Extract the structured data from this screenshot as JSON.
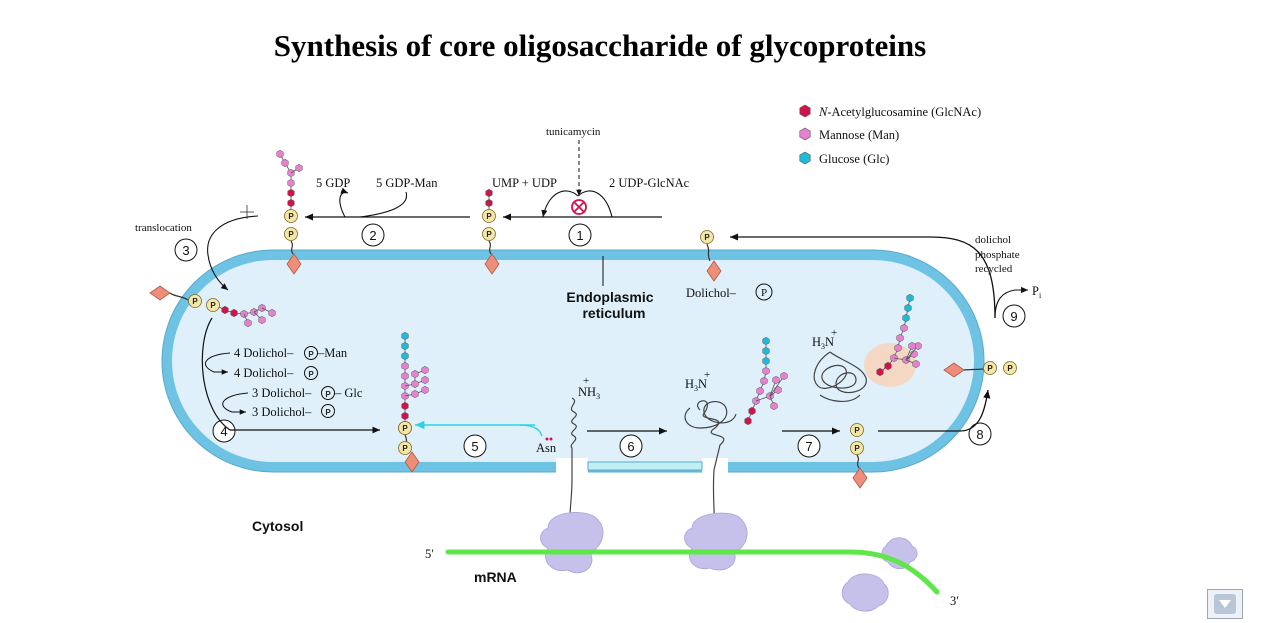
{
  "title": "Synthesis of core oligosaccharide of glycoproteins",
  "legend": [
    {
      "label": "N-Acetylglucosamine (GlcNAc)",
      "italic_prefix": "N",
      "color": "#d2124a",
      "icon": "glcnac-hexagon-icon"
    },
    {
      "label": "Mannose (Man)",
      "color": "#e781cf",
      "icon": "mannose-hexagon-icon"
    },
    {
      "label": "Glucose (Glc)",
      "color": "#1fb9d9",
      "icon": "glucose-hexagon-icon"
    }
  ],
  "colors": {
    "membrane": "#6ec3e4",
    "lumen": "#dff0fb",
    "glcnac": "#d2124a",
    "mannose": "#e781cf",
    "glucose": "#1fb9d9",
    "phosphate": "#f3e6a7",
    "dolichol_anchor": "#ef8e78",
    "ribosome": "#c6c1ea",
    "mrna": "#5ee64a"
  },
  "labels": {
    "tunicamycin": "tunicamycin",
    "gdp": "5 GDP",
    "gdp_man": "5 GDP-Man",
    "ump_udp": "UMP + UDP",
    "udp_glcnac": "2 UDP-GlcNAc",
    "translocation": "translocation",
    "er_line1": "Endoplasmic",
    "er_line2": "reticulum",
    "dolichol_p": "Dolichol–",
    "p_circle": "P",
    "dol_recycled": [
      "dolichol",
      "phosphate",
      "recycled"
    ],
    "pi": "P",
    "pi_sub": "i",
    "dol_man_1": "4 Dolichol–",
    "dol_man_1b": "–Man",
    "dol_man_2": "4 Dolichol–",
    "dol_glc_1": "3 Dolichol–",
    "dol_glc_1b": "– Glc",
    "dol_glc_2": "3 Dolichol–",
    "nh3": "NH",
    "nh3_sub": "3",
    "h3n": "H",
    "h3n_sub": "3",
    "n_char": "N",
    "plus": "+",
    "asn": "Asn",
    "cytosol": "Cytosol",
    "mrna": "mRNA",
    "five_prime": "5′",
    "three_prime": "3′"
  },
  "steps": [
    "1",
    "2",
    "3",
    "4",
    "5",
    "6",
    "7",
    "8",
    "9"
  ]
}
